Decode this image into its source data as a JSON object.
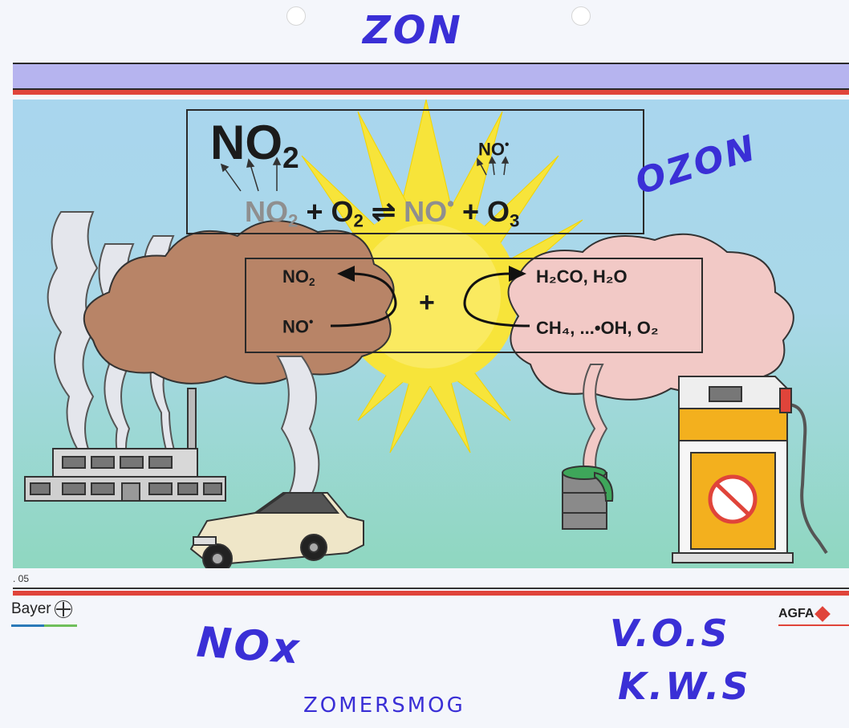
{
  "header": {
    "handwritten_top": "ZON"
  },
  "overlay": {
    "handwritten_ozone": "OZON"
  },
  "top_box": {
    "big_no2": {
      "main": "NO",
      "sub": "2"
    },
    "small_no_radical": {
      "main": "NO",
      "dot": "•"
    },
    "equation": {
      "reactant1_main": "NO",
      "reactant1_sub": "2",
      "plus1": "+",
      "reactant2_main": "O",
      "reactant2_sub": "2",
      "equilibrium": "⇌",
      "product1_main": "NO",
      "product1_dot": "•",
      "plus2": "+",
      "product2_main": "O",
      "product2_sub": "3"
    }
  },
  "cycle_box": {
    "left_top": {
      "main": "NO",
      "sub": "2"
    },
    "left_bottom": {
      "main": "NO",
      "dot": "•"
    },
    "center_plus": "+",
    "right_top": "H₂CO, H₂O",
    "right_bottom": "CH₄, ...•OH, O₂"
  },
  "footer": {
    "slide_number": ". 05",
    "brand_left": "Bayer",
    "brand_right": "AGFA",
    "handwritten_nox": "NOx",
    "handwritten_vos": "V.O.S",
    "handwritten_kws": "K.W.S",
    "handwritten_zomersmog": "ZOMERSMOG"
  },
  "colors": {
    "sky_top": "#a9d6ee",
    "sky_bottom": "#8fd7c0",
    "sun": "#f7e43a",
    "band_purple": "#b6b4ef",
    "stripe_red": "#e0443a",
    "handwriting": "#3a2fd6",
    "smog_brown": "#b88467",
    "smog_pink": "#f2c9c6"
  }
}
